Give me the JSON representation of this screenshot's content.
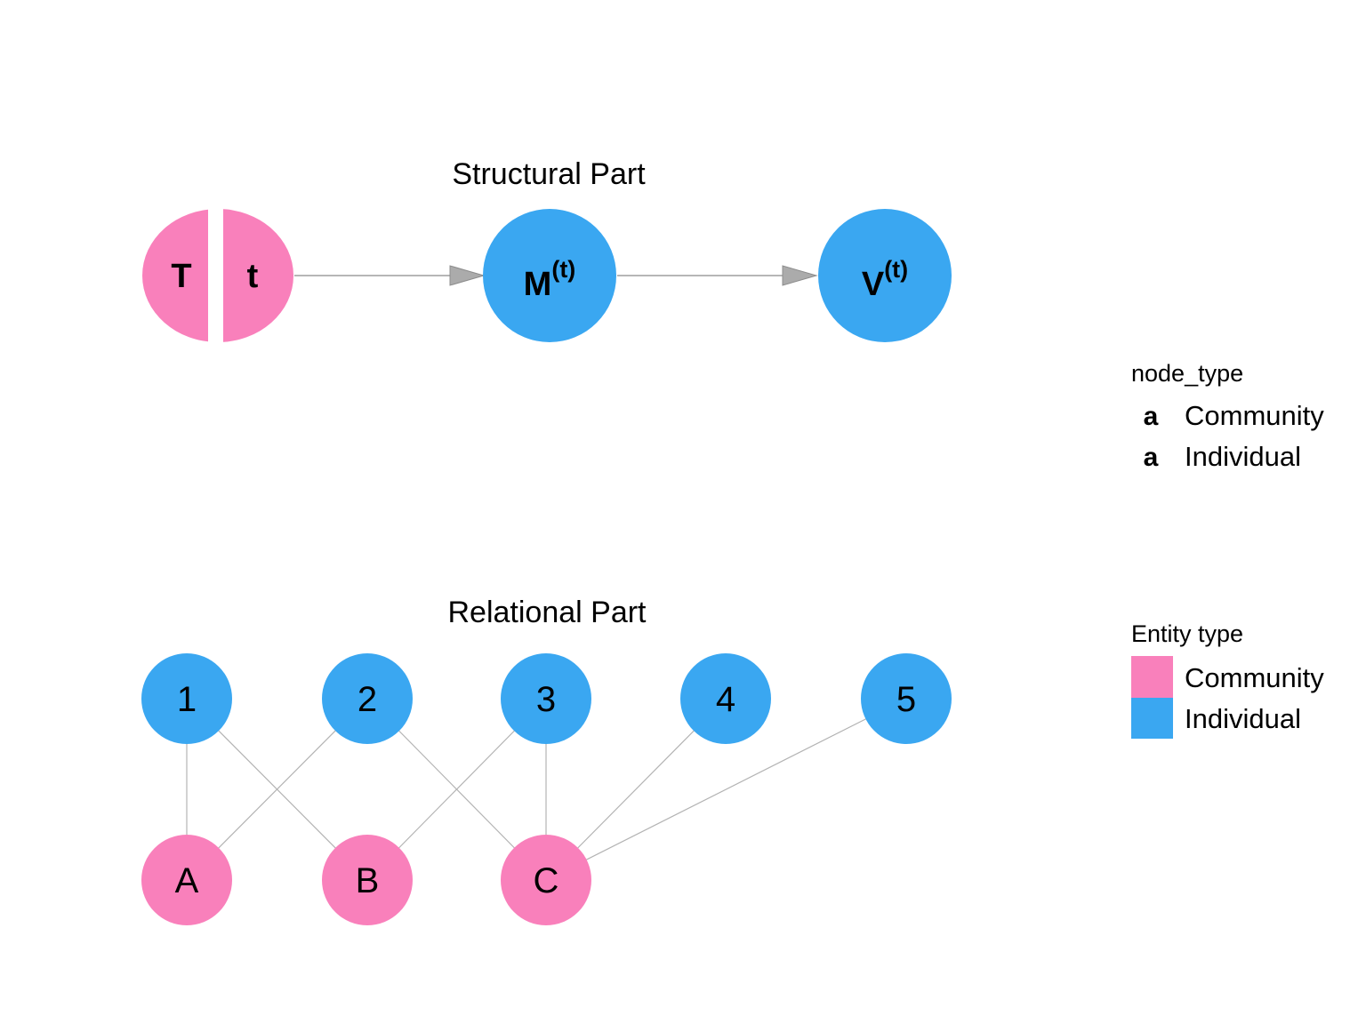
{
  "structural": {
    "title": "Structural Part",
    "community_node": {
      "left_label": "T",
      "right_label": "t"
    },
    "m_node": {
      "base": "M",
      "sup": "(t)"
    },
    "v_node": {
      "base": "V",
      "sup": "(t)"
    }
  },
  "relational": {
    "title": "Relational Part",
    "individual_nodes": [
      "1",
      "2",
      "3",
      "4",
      "5"
    ],
    "community_nodes": [
      "A",
      "B",
      "C"
    ],
    "edges": [
      [
        "1",
        "A"
      ],
      [
        "1",
        "B"
      ],
      [
        "2",
        "A"
      ],
      [
        "2",
        "C"
      ],
      [
        "3",
        "B"
      ],
      [
        "3",
        "C"
      ],
      [
        "4",
        "C"
      ],
      [
        "5",
        "C"
      ]
    ]
  },
  "legend_node_type": {
    "title": "node_type",
    "glyph": "a",
    "items": [
      "Community",
      "Individual"
    ]
  },
  "legend_entity_type": {
    "title": "Entity type",
    "items": [
      {
        "label": "Community",
        "color": "#F980BB"
      },
      {
        "label": "Individual",
        "color": "#3AA7F1"
      }
    ]
  },
  "colors": {
    "community": "#F980BB",
    "individual": "#3AA7F1",
    "edge": "#B3B3B3",
    "arrow_line": "#9E9E9E",
    "arrow_head": "#ABABAB",
    "text": "#000000",
    "background": "#FFFFFF"
  }
}
